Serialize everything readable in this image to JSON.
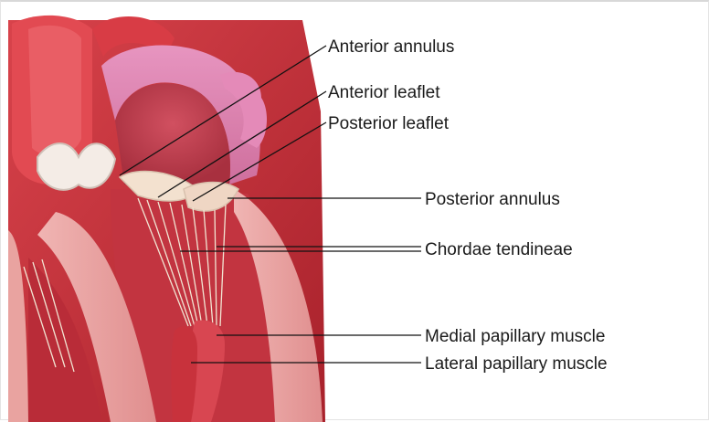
{
  "labels": {
    "anterior_annulus": "Anterior annulus",
    "anterior_leaflet": "Anterior leaflet",
    "posterior_leaflet": "Posterior leaflet",
    "posterior_annulus": "Posterior annulus",
    "chordae_tendineae": "Chordae tendineae",
    "medial_papillary_muscle": "Medial papillary muscle",
    "lateral_papillary_muscle": "Lateral papillary muscle"
  },
  "colors": {
    "myocardium": "#c8323c",
    "myocardium_dark": "#9e1e28",
    "cut_surface": "#eaa3a3",
    "atrium_wall": "#e48ab8",
    "valve_leaflet": "#f3e1cf",
    "leader_line": "#111111"
  }
}
